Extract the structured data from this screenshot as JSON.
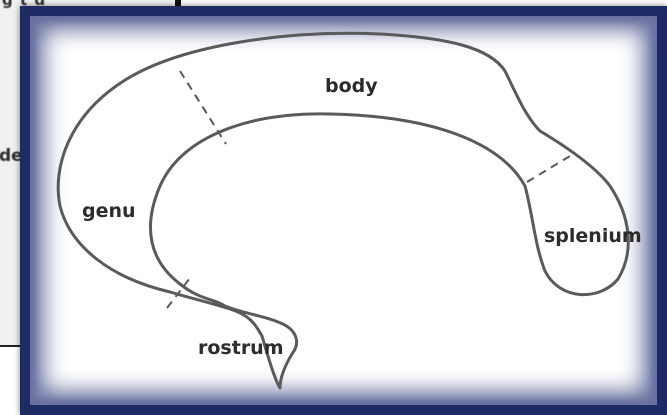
{
  "background_page": {
    "top_text": "g t d",
    "side_text": "de"
  },
  "diagram": {
    "labels": {
      "body": "body",
      "genu": "genu",
      "splenium": "splenium",
      "rostrum": "rostrum"
    },
    "colors": {
      "frame": "#1f2b64",
      "outline": "#5a5a5a",
      "label": "#2c2c2c"
    }
  }
}
